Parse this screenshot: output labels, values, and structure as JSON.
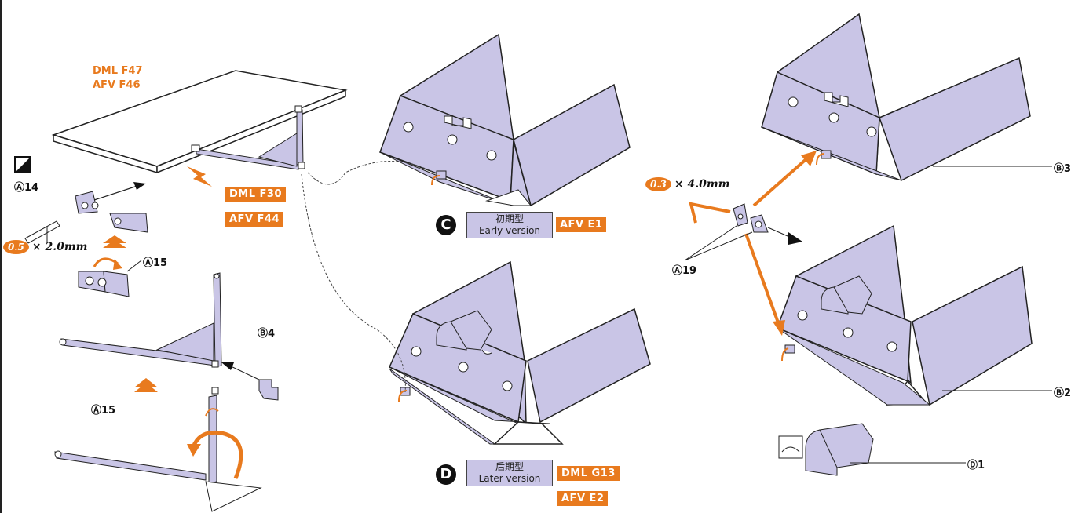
{
  "colors": {
    "accent": "#e87a1e",
    "part_fill": "#c9c5e6",
    "outline": "#222222"
  },
  "labels": {
    "top_codes": [
      "DML F47",
      "AFV F46"
    ],
    "box_dml_f30": "DML F30",
    "box_afv_f44": "AFV F44",
    "box_afv_e1": "AFV E1",
    "box_dml_g13": "DML G13",
    "box_afv_e2": "AFV E2",
    "early_cn": "初期型",
    "early_en": "Early version",
    "later_cn": "后期型",
    "later_en": "Later version",
    "step_c": "C",
    "step_d": "D",
    "ref_a14": "Ⓐ14",
    "ref_a15_top": "Ⓐ15",
    "ref_a15_bottom": "Ⓐ15",
    "ref_b4": "Ⓑ4",
    "ref_a19": "Ⓐ19",
    "ref_b3": "Ⓑ3",
    "ref_b2": "Ⓑ2",
    "ref_d1": "Ⓓ1",
    "dim_left_num": "0.5",
    "dim_left_rest": "× 2.0mm",
    "dim_right_num": "0.3",
    "dim_right_rest": "× 4.0mm"
  }
}
